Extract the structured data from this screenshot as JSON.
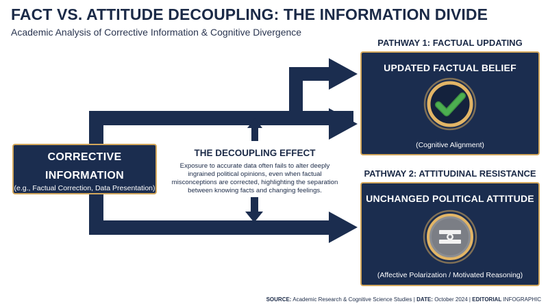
{
  "header": {
    "title": "FACT VS. ATTITUDE DECOUPLING: THE INFORMATION DIVIDE",
    "subtitle": "Academic Analysis of Corrective Information & Cognitive Divergence"
  },
  "source_node": {
    "title_line1": "CORRECTIVE",
    "title_line2": "INFORMATION",
    "subtitle": "(e.g., Factual Correction, Data Presentation)"
  },
  "pathway1": {
    "label": "PATHWAY 1: FACTUAL UPDATING",
    "box_title": "UPDATED FACTUAL BELIEF",
    "caption": "(Cognitive Alignment)",
    "icon": "check-circle-icon"
  },
  "pathway2": {
    "label": "PATHWAY 2: ATTITUDINAL RESISTANCE",
    "box_title": "UNCHANGED POLITICAL ATTITUDE",
    "caption": "(Affective Polarization / Motivated Reasoning)",
    "icon": "equal-sign-icon"
  },
  "effect": {
    "title": "THE DECOUPLING EFFECT",
    "body": "Exposure to accurate data often fails to alter deeply ingrained political opinions, even when factual misconceptions are corrected, highlighting the separation between knowing facts and changing feelings."
  },
  "footer": {
    "source_label": "SOURCE:",
    "source_text": "Academic Research & Cognitive Science Studies",
    "date_label": "DATE:",
    "date_text": "October 2024",
    "brand_bold": "EDITORIAL",
    "brand_rest": "INFOGRAPHIC"
  },
  "colors": {
    "navy": "#1b2d4f",
    "gold": "#d4a85c",
    "check_green": "#4caf50"
  }
}
